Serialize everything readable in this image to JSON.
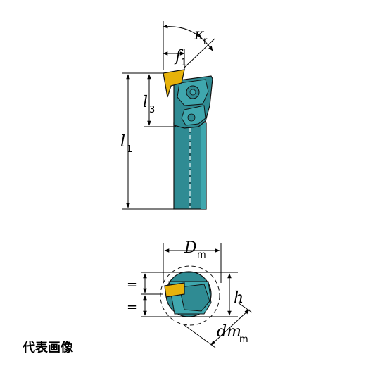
{
  "labels": {
    "kr_main": "κ",
    "kr_sub": "r",
    "f1_main": "f",
    "f1_sub": "1",
    "l3_main": "l",
    "l3_sub": "3",
    "l1_main": "l",
    "l1_sub": "1",
    "dm_main": "D",
    "dm_sub": "m",
    "h": "h",
    "dmm_main": "dm",
    "dmm_sub": "m",
    "eq_top": "=",
    "eq_bottom": "="
  },
  "caption": "代表画像",
  "colors": {
    "body": "#2f8b93",
    "body_light": "#3fa7ae",
    "insert": "#e7b20a",
    "outline": "#111111"
  }
}
